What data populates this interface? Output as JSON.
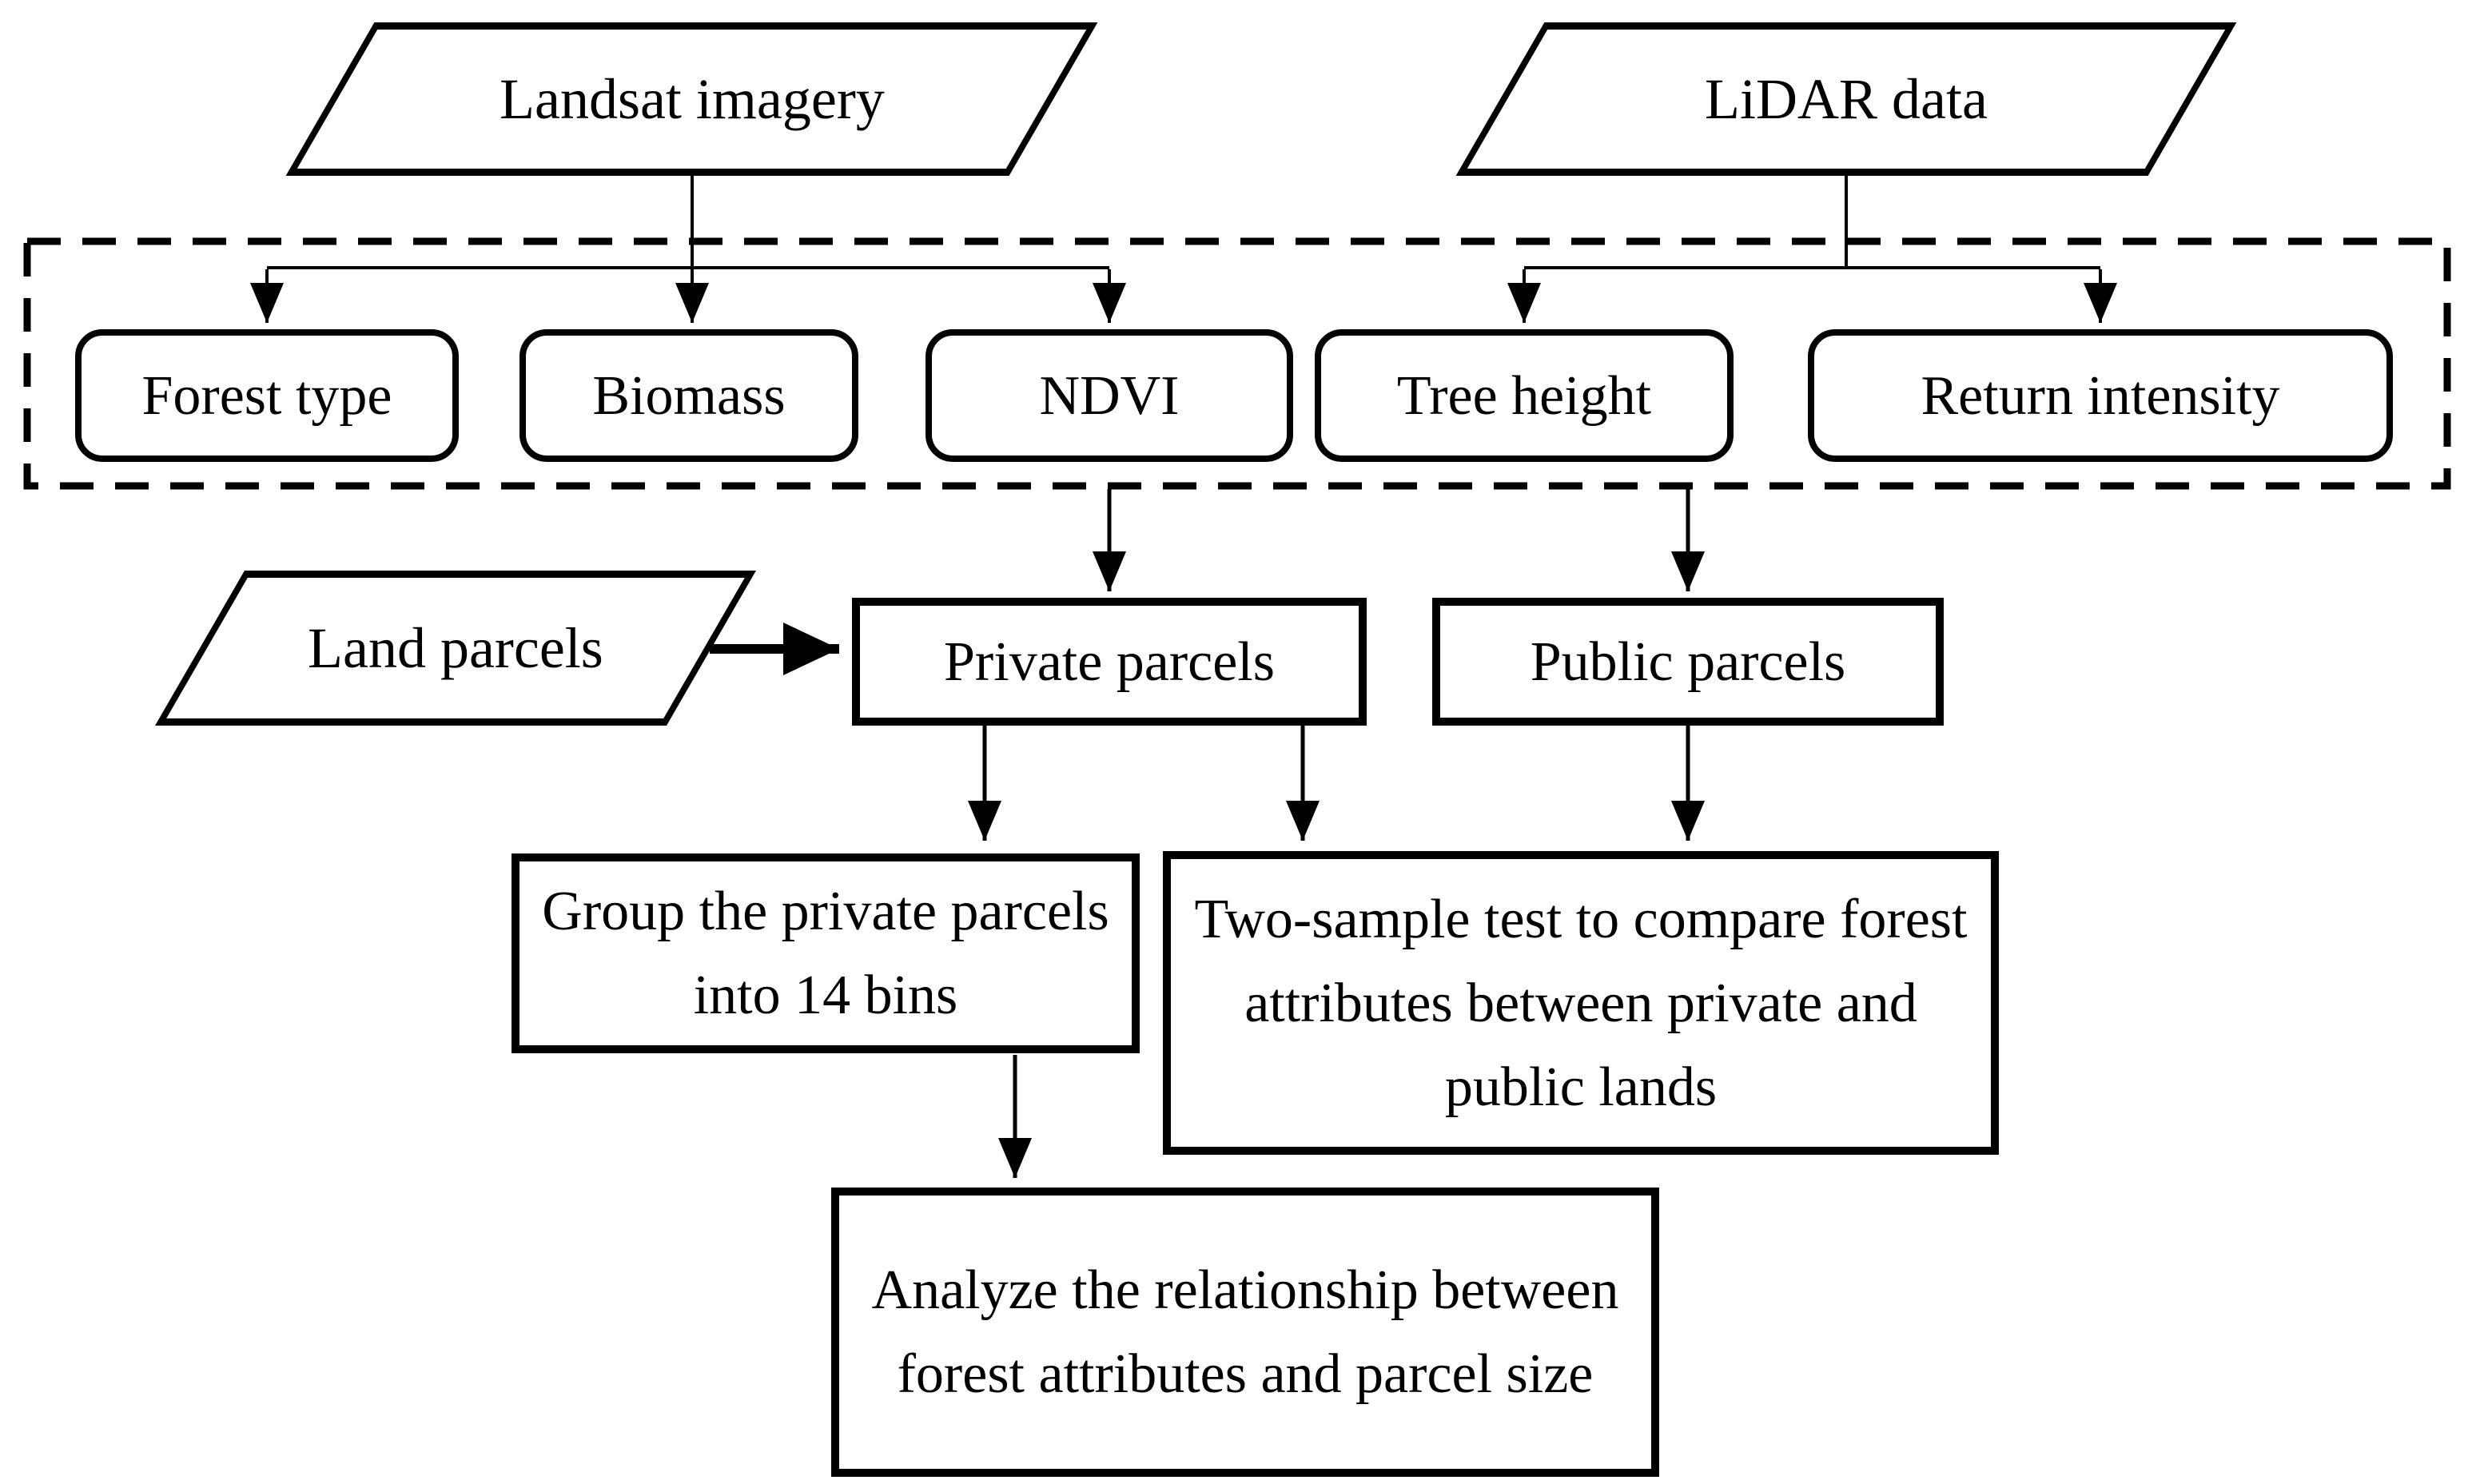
{
  "figure": {
    "type": "flowchart",
    "colors": {
      "stroke": "#000000",
      "background": "#ffffff",
      "text": "#000000"
    }
  },
  "nodes": {
    "landsat": {
      "label": "Landsat imagery",
      "shape": "parallelogram"
    },
    "lidar": {
      "label": "LiDAR data",
      "shape": "parallelogram"
    },
    "forest_type": {
      "label": "Forest type",
      "shape": "rounded-rect"
    },
    "biomass": {
      "label": "Biomass",
      "shape": "rounded-rect"
    },
    "ndvi": {
      "label": "NDVI",
      "shape": "rounded-rect"
    },
    "tree_height": {
      "label": "Tree height",
      "shape": "rounded-rect"
    },
    "return_intensity": {
      "label": "Return intensity",
      "shape": "rounded-rect"
    },
    "land_parcels": {
      "label": "Land parcels",
      "shape": "parallelogram"
    },
    "private_parcels": {
      "label": "Private parcels",
      "shape": "rect"
    },
    "public_parcels": {
      "label": "Public parcels",
      "shape": "rect"
    },
    "group_bins": {
      "label": "Group the private parcels into 14 bins",
      "shape": "rect"
    },
    "two_sample_test": {
      "label": "Two-sample test to compare forest attributes between private and public lands",
      "shape": "rect"
    },
    "analyze_relationship": {
      "label": "Analyze the relationship between forest attributes and parcel size",
      "shape": "rect"
    }
  },
  "edges": [
    {
      "from": "landsat",
      "to": "forest_type"
    },
    {
      "from": "landsat",
      "to": "biomass"
    },
    {
      "from": "landsat",
      "to": "ndvi"
    },
    {
      "from": "lidar",
      "to": "tree_height"
    },
    {
      "from": "lidar",
      "to": "return_intensity"
    },
    {
      "from": "ndvi",
      "to": "private_parcels"
    },
    {
      "from": "tree_height",
      "to": "public_parcels"
    },
    {
      "from": "land_parcels",
      "to": "private_parcels"
    },
    {
      "from": "private_parcels",
      "to": "group_bins"
    },
    {
      "from": "private_parcels",
      "to": "two_sample_test"
    },
    {
      "from": "public_parcels",
      "to": "two_sample_test"
    },
    {
      "from": "group_bins",
      "to": "analyze_relationship"
    }
  ]
}
